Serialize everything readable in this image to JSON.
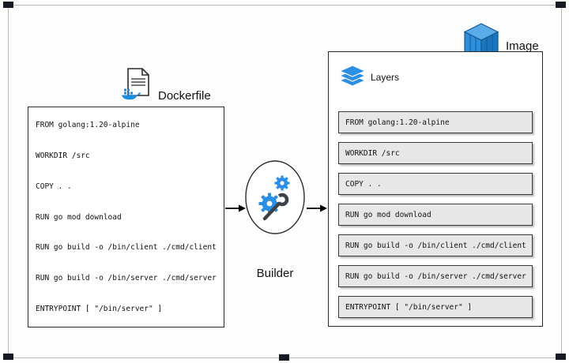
{
  "dockerfile": {
    "title": "Dockerfile",
    "lines": [
      "FROM golang:1.20-alpine",
      "WORKDIR /src",
      "COPY . .",
      "RUN go mod download",
      "RUN go build -o /bin/client ./cmd/client",
      "RUN go build -o /bin/server ./cmd/server",
      "ENTRYPOINT [ \"/bin/server\" ]"
    ]
  },
  "builder": {
    "label": "Builder"
  },
  "image": {
    "title": "Image",
    "layers_label": "Layers",
    "layers": [
      "FROM golang:1.20-alpine",
      "WORKDIR /src",
      "COPY . .",
      "RUN go mod download",
      "RUN go build -o /bin/client ./cmd/client",
      "RUN go build -o /bin/server ./cmd/server",
      "ENTRYPOINT [ \"/bin/server\" ]"
    ]
  },
  "colors": {
    "docker_blue": "#1d8fe1",
    "layer_fill": "#e7e7e7",
    "outline": "#2b2b2b"
  }
}
